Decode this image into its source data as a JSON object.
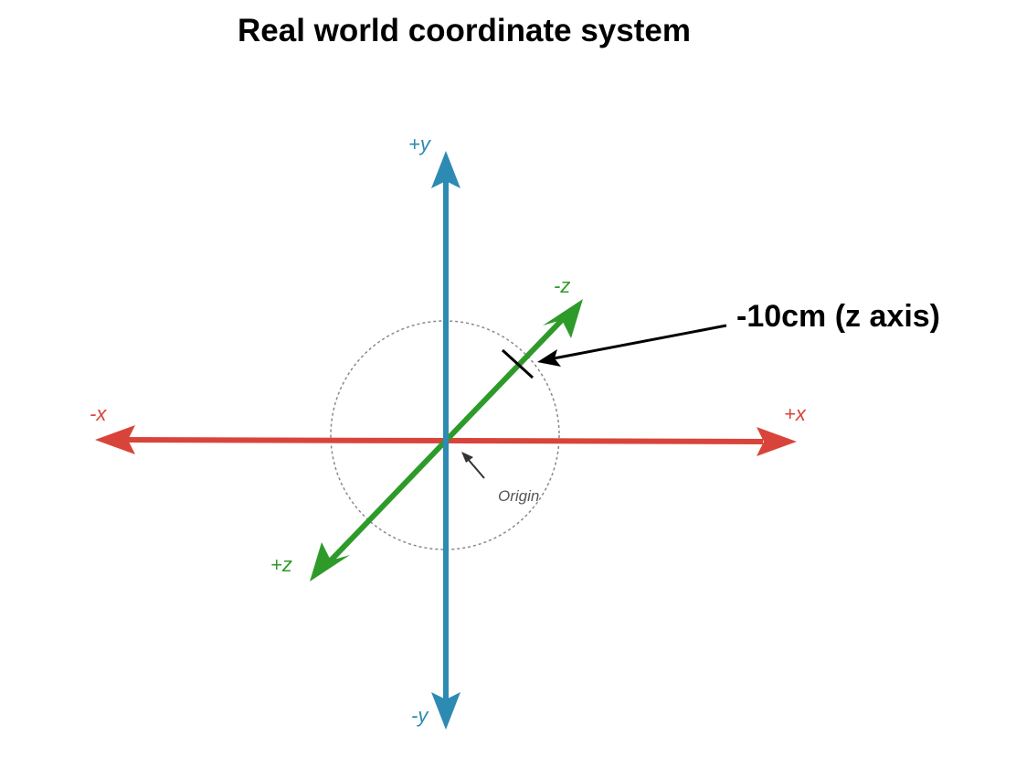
{
  "title": "Real world coordinate system",
  "axes": {
    "x_positive": "+x",
    "x_negative": "-x",
    "y_positive": "+y",
    "y_negative": "-y",
    "z_positive": "+z",
    "z_negative": "-z"
  },
  "origin_label": "Origin",
  "annotation": "-10cm (z axis)",
  "colors": {
    "x_axis": "#d9443a",
    "y_axis": "#2d8ab3",
    "z_axis": "#2e9a2a",
    "text": "#000000",
    "circle": "#888888",
    "origin_text": "#555555"
  }
}
